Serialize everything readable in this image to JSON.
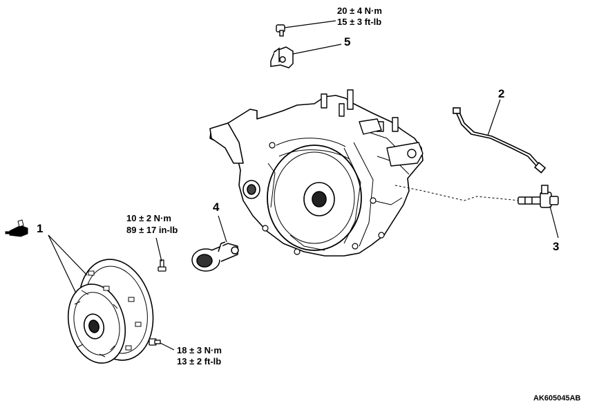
{
  "callouts": {
    "c1": "1",
    "c2": "2",
    "c3": "3",
    "c4": "4",
    "c5": "5"
  },
  "torque_specs": {
    "bracket_bolt": {
      "metric": "20 ± 4 N·m",
      "imperial": "15 ± 3 ft-lb"
    },
    "slave_cylinder_bolt": {
      "metric": "10 ± 2 N·m",
      "imperial": "89 ± 17 in-lb"
    },
    "clutch_cover_bolt": {
      "metric": "18 ± 3 N·m",
      "imperial": "13 ± 2 ft-lb"
    }
  },
  "icons": {
    "grease": "grease-gun-icon"
  },
  "document_id": "AK605045AB"
}
